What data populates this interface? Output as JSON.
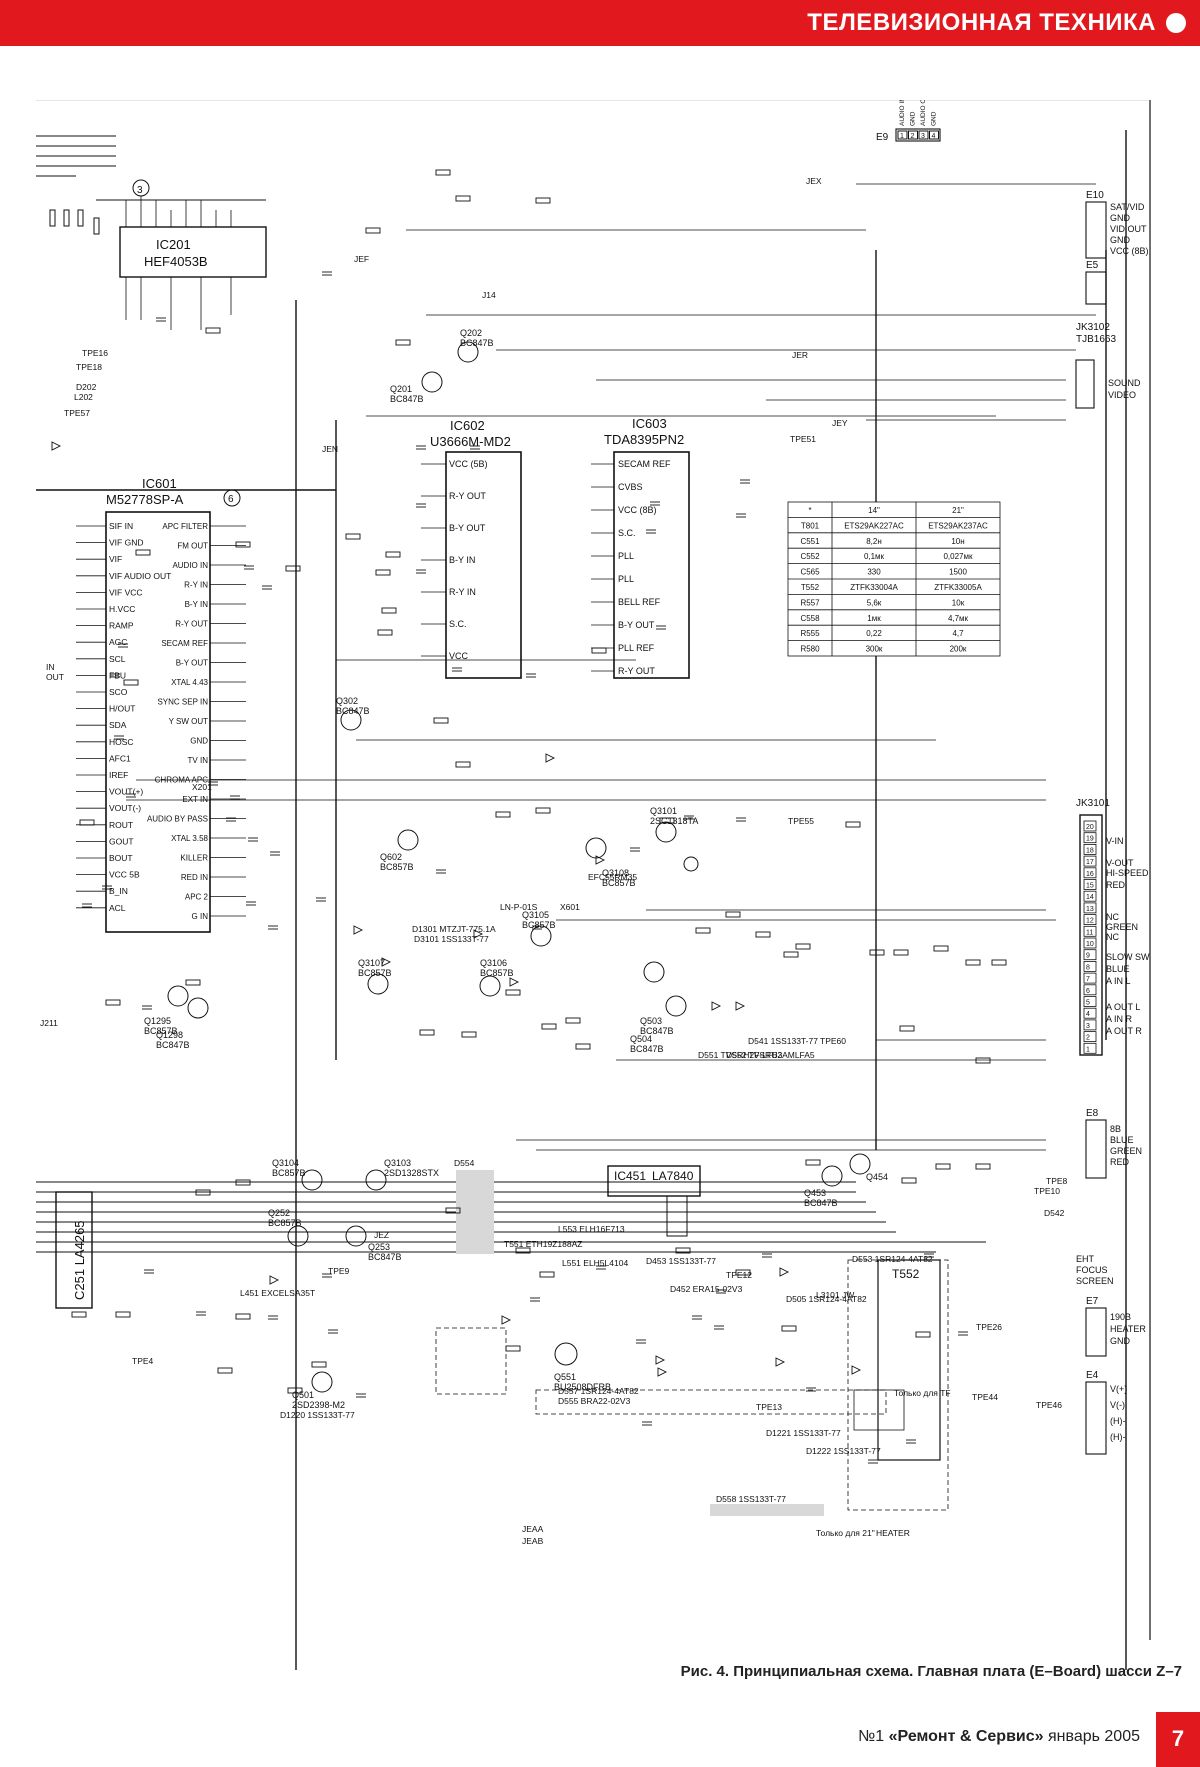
{
  "header": {
    "section_title": "ТЕЛЕВИЗИОННАЯ ТЕХНИКА"
  },
  "schematic": {
    "ics": {
      "ic201": {
        "ref": "IC201",
        "part": "HEF4053B"
      },
      "ic601": {
        "ref": "IC601",
        "part": "M52778SP-A"
      },
      "ic602": {
        "ref": "IC602",
        "part": "U3666M-MD2"
      },
      "ic603": {
        "ref": "IC603",
        "part": "TDA8395PN2"
      },
      "ic451": {
        "ref": "IC451",
        "part": "LA7840"
      },
      "c251": {
        "ref": "C251",
        "part": "LA4265"
      },
      "t552": {
        "ref": "T552"
      }
    },
    "ic601_pins_left": [
      "SIF IN",
      "VIF GND",
      "VIF",
      "VIF AUDIO OUT",
      "VIF VCC",
      "H.VCC",
      "RAMP",
      "AGC",
      "SCL",
      "FBU",
      "SCO",
      "H/OUT",
      "SDA",
      "HOSC",
      "AFC1",
      "IREF",
      "VOUT(+)",
      "VOUT(-)",
      "ROUT",
      "GOUT",
      "BOUT",
      "VCC 5B",
      "B_IN",
      "ACL"
    ],
    "ic601_pins_right": [
      "APC FILTER",
      "FM OUT",
      "AUDIO IN",
      "R-Y IN",
      "B-Y IN",
      "R-Y OUT",
      "SECAM REF",
      "B-Y OUT",
      "XTAL 4.43",
      "SYNC SEP IN",
      "Y SW OUT",
      "GND",
      "TV IN",
      "CHROMA APC",
      "EXT IN",
      "AUDIO BY PASS",
      "XTAL 3.58",
      "KILLER",
      "RED IN",
      "APC 2",
      "G IN"
    ],
    "ic602_pins": [
      "VCC (5B)",
      "R-Y OUT",
      "B-Y OUT",
      "B-Y IN",
      "R-Y IN",
      "S.C.",
      "VCC"
    ],
    "ic603_pins": [
      "SECAM REF",
      "CVBS",
      "VCC (8B)",
      "S.C.",
      "PLL",
      "PLL",
      "BELL REF",
      "B-Y OUT",
      "PLL REF",
      "R-Y OUT"
    ],
    "transistors": [
      {
        "ref": "Q201",
        "type": "BC847B"
      },
      {
        "ref": "Q202",
        "type": "BC847B"
      },
      {
        "ref": "Q302",
        "type": "BC847B"
      },
      {
        "ref": "Q602",
        "type": "BC857B"
      },
      {
        "ref": "Q3101",
        "type": "2SC1318TA"
      },
      {
        "ref": "Q3108",
        "type": "BC857B"
      },
      {
        "ref": "Q3105",
        "type": "BC857B"
      },
      {
        "ref": "Q3106",
        "type": "BC857B"
      },
      {
        "ref": "Q3107",
        "type": "BC857B"
      },
      {
        "ref": "Q1295",
        "type": "BC857B"
      },
      {
        "ref": "Q1298",
        "type": "BC847B"
      },
      {
        "ref": "Q503",
        "type": "BC847B"
      },
      {
        "ref": "Q504",
        "type": "BC847B"
      },
      {
        "ref": "Q3104",
        "type": "BC857B"
      },
      {
        "ref": "Q3103",
        "type": "2SD1328STX"
      },
      {
        "ref": "Q252",
        "type": "BC857B"
      },
      {
        "ref": "Q253",
        "type": "BC847B"
      },
      {
        "ref": "Q453",
        "type": "BC847B"
      },
      {
        "ref": "Q454",
        "type": ""
      },
      {
        "ref": "Q501",
        "type": "2SD2398-M2"
      },
      {
        "ref": "Q551",
        "type": "BU2508DFRB"
      }
    ],
    "connectors": {
      "e9": {
        "ref": "E9",
        "pins": [
          "1",
          "2",
          "3",
          "4"
        ],
        "labels": [
          "AUDIO IN",
          "GND",
          "AUDIO OUT",
          "GND"
        ]
      },
      "e10": {
        "ref": "E10",
        "labels": [
          "SAT/VID",
          "GND",
          "VID OUT",
          "GND",
          "VCC (8B)"
        ]
      },
      "e5": {
        "ref": "E5"
      },
      "jk3102": {
        "ref": "JK3102",
        "part": "TJB1663",
        "labels": [
          "SOUND",
          "VIDEO"
        ]
      },
      "jk3101": {
        "ref": "JK3101",
        "labels": [
          "V-IN",
          "V-OUT",
          "HI-SPEED",
          "RED",
          "NC",
          "GREEN",
          "NC",
          "SLOW SW",
          "BLUE",
          "A IN L",
          "A OUT L",
          "A IN R",
          "A OUT R"
        ]
      },
      "e8": {
        "ref": "E8",
        "labels": [
          "8B",
          "BLUE",
          "GREEN",
          "RED"
        ]
      },
      "e7": {
        "ref": "E7",
        "labels": [
          "190B",
          "HEATER",
          "GND"
        ]
      },
      "e4": {
        "ref": "E4",
        "labels": [
          "V(+)",
          "V(-)",
          "(H)-",
          "(H)-"
        ]
      },
      "ehv": {
        "labels": [
          "EHT",
          "FOCUS",
          "SCREEN"
        ]
      }
    },
    "misc_labels": [
      "JEX",
      "JEF",
      "JEN",
      "JER",
      "JEY",
      "JEZ",
      "J14",
      "J211",
      "JEAA",
      "JEAB",
      "TPE57",
      "TPE51",
      "TPE55",
      "TPE60",
      "TPE9",
      "TPE4",
      "TPE12",
      "TPE13",
      "TPE26",
      "TPE44",
      "TPE46",
      "TPE8",
      "TPE10",
      "TPE16",
      "TPE18",
      "D202",
      "L202",
      "X201",
      "EFC55RM35",
      "X601",
      "LN-P-01S",
      "D1301 MTZJT-775.1A",
      "D3101 1SS133T-77",
      "D1220 1SS133T-77",
      "D1221 1SS133T-77",
      "D1222 1SS133T-77",
      "T551 ETH19Z188AZ",
      "L553 ELH16F713",
      "L551 ELH5L4104",
      "L451 EXCELSA35T",
      "L3101 JW",
      "D452 ERA15-02V3",
      "D453 1SS133T-77",
      "D505 1SR124-4AT82",
      "D553 1SR124-4AT82",
      "D557 1SR124-4AT82",
      "D555 BRA22-02V3",
      "D551 TVSRH2F-LFB3",
      "D552 TVSRU2AMLFA5",
      "D541 1SS133T-77",
      "D542",
      "D554",
      "D558 1SS133T-77",
      "Только для TF",
      "Только для 21\"",
      "HEATER",
      "IN",
      "OUT"
    ],
    "table": {
      "headers": [
        "*",
        "14\"",
        "21\""
      ],
      "rows": [
        [
          "T801",
          "ETS29AK227AC",
          "ETS29AK237AC"
        ],
        [
          "C551",
          "8,2н",
          "10н"
        ],
        [
          "C552",
          "0,1мк",
          "0,027мк"
        ],
        [
          "C565",
          "330",
          "1500"
        ],
        [
          "T552",
          "ZTFK33004A",
          "ZTFK33005A"
        ],
        [
          "R557",
          "5,6к",
          "10к"
        ],
        [
          "C558",
          "1мк",
          "4,7мк"
        ],
        [
          "R555",
          "0,22",
          "4,7"
        ],
        [
          "R580",
          "300к",
          "200к"
        ]
      ]
    }
  },
  "caption": "Рис. 4. Принципиальная схема. Главная плата (E–Board) шасси Z–7",
  "footer": {
    "issue": "№1",
    "magazine": "«Ремонт & Сервис»",
    "date": "январь 2005"
  },
  "page_number": "7",
  "colors": {
    "accent": "#e1191f",
    "ink": "#111111",
    "shade": "#d8d8d8"
  }
}
